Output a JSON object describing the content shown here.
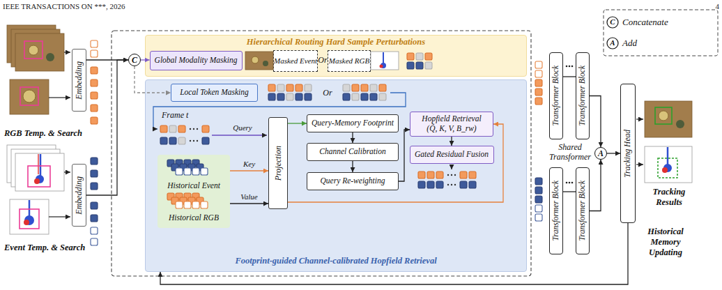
{
  "diagram": {
    "nodes": [
      {
        "text": [
          "Embedding"
        ]
      },
      {
        "text": [
          "Embedding"
        ]
      },
      {
        "text": [
          "C"
        ]
      },
      {
        "text": [
          "Hierarchical Routing Hard Sample Perturbations"
        ]
      },
      {
        "text": [
          "Global Modality Masking"
        ],
        "in": 3
      },
      {
        "text": [
          "Masked Event"
        ],
        "in": 3
      },
      {
        "text": [
          "Masked RGB"
        ],
        "in": 3
      },
      {
        "text": [
          "Footprint-guided Channel-calibrated Hopfield Retrieval"
        ]
      },
      {
        "text": [
          "Local Token Masking"
        ],
        "in": 7
      },
      {
        "text": [
          "Historical Event",
          "Historical RGB"
        ],
        "in": 7
      },
      {
        "text": [
          "Projection"
        ],
        "in": 7
      },
      {
        "text": [
          "Query-Memory Footprint"
        ],
        "in": 7
      },
      {
        "text": [
          "Channel Calibration"
        ],
        "in": 7
      },
      {
        "text": [
          "Query Re-weighting"
        ],
        "in": 7
      },
      {
        "text": [
          "Hopfield Retrieval",
          "(Q̃, K, V, B_rw)"
        ],
        "in": 7
      },
      {
        "text": [
          "Gated Residual Fusion"
        ],
        "in": 7
      },
      {
        "text": [
          "Transformer Block"
        ]
      },
      {
        "text": [
          "Transformer Block"
        ]
      },
      {
        "text": [
          "Transformer Block"
        ]
      },
      {
        "text": [
          "Transformer Block"
        ]
      },
      {
        "text": [
          "A"
        ]
      },
      {
        "text": [
          "Tracking Head"
        ]
      }
    ],
    "edges": [
      {
        "from": 0,
        "to": 2,
        "arrow": "to"
      },
      {
        "from": 1,
        "to": 2,
        "arrow": "to"
      },
      {
        "from": 2,
        "to": 4,
        "arrow": "to"
      },
      {
        "from": 2,
        "to": 8,
        "arrow": "to"
      },
      {
        "from": 9,
        "to": 10,
        "label": "Key",
        "arrow": "to"
      },
      {
        "from": 9,
        "to": 10,
        "label": "Value",
        "arrow": "to"
      },
      {
        "from": 10,
        "to": 11,
        "arrow": "to"
      },
      {
        "from": 10,
        "to": 14,
        "arrow": "to"
      },
      {
        "from": 11,
        "to": 12,
        "arrow": "to"
      },
      {
        "from": 12,
        "to": 13,
        "arrow": "to"
      },
      {
        "from": 13,
        "to": 14,
        "arrow": "to"
      },
      {
        "from": 14,
        "to": 15,
        "arrow": "to"
      },
      {
        "from": 16,
        "to": 17,
        "arrow": "none"
      },
      {
        "from": 18,
        "to": 19,
        "arrow": "none"
      },
      {
        "from": 17,
        "to": 20,
        "arrow": "to"
      },
      {
        "from": 19,
        "to": 20,
        "arrow": "to"
      },
      {
        "from": 20,
        "to": 21,
        "arrow": "to"
      },
      {
        "from": 21,
        "to": 7,
        "arrow": "to"
      }
    ],
    "labels": [
      "IEEE TRANSACTIONS ON ***, 2026",
      "4",
      "RGB Temp. & Search",
      "Event Temp. & Search",
      "Or",
      "Or",
      "Frame t",
      "Query",
      "Shared Transformer",
      "Tracking Results",
      "Historical Memory Updating",
      "C",
      "A"
    ],
    "legend": [
      {
        "text": "Concatenate"
      },
      {
        "text": "Add"
      }
    ]
  }
}
